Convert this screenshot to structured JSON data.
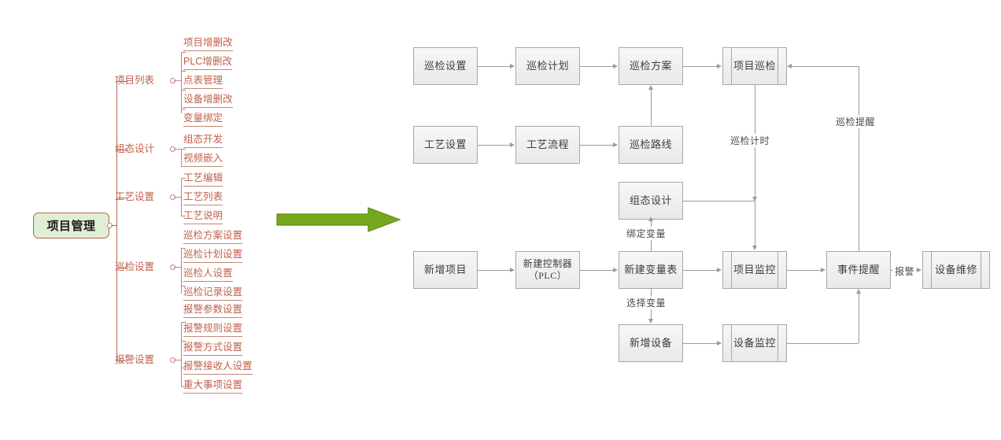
{
  "mindmap": {
    "root": {
      "label": "项目管理"
    },
    "branches": [
      {
        "label": "项目列表",
        "leaves": [
          "项目增删改",
          "PLC增删改",
          "点表管理",
          "设备增删改",
          "变量绑定"
        ]
      },
      {
        "label": "组态设计",
        "leaves": [
          "组态开发",
          "视频嵌入"
        ]
      },
      {
        "label": "工艺设置",
        "leaves": [
          "工艺编辑",
          "工艺列表",
          "工艺说明"
        ]
      },
      {
        "label": "巡检设置",
        "leaves": [
          "巡检方案设置",
          "巡检计划设置",
          "巡检人设置",
          "巡检记录设置"
        ]
      },
      {
        "label": "报警设置",
        "leaves": [
          "报警参数设置",
          "报警规则设置",
          "报警方式设置",
          "报警接收人设置",
          "重大事项设置"
        ]
      }
    ]
  },
  "transition": {
    "arrow": "green-right-arrow",
    "color": "#76a81e"
  },
  "flowchart": {
    "nodes": {
      "xunjian_shezhi": {
        "label": "巡检设置"
      },
      "xunjian_jihua": {
        "label": "巡检计划"
      },
      "xunjian_fangan": {
        "label": "巡检方案"
      },
      "xiangmu_xunjian": {
        "label": "项目巡检"
      },
      "gongyi_shezhi": {
        "label": "工艺设置"
      },
      "gongyi_liucheng": {
        "label": "工艺流程"
      },
      "xunjian_luxian": {
        "label": "巡检路线"
      },
      "zutai_sheji": {
        "label": "组态设计"
      },
      "xinzeng_xiangmu": {
        "label": "新增项目"
      },
      "xinjian_kongzhiqi": {
        "label": "新建控制器\n（PLC）"
      },
      "xinjian_bianliang": {
        "label": "新建变量表"
      },
      "xiangmu_jiankong": {
        "label": "项目监控"
      },
      "shijian_tixing": {
        "label": "事件提醒"
      },
      "shebei_weixiu": {
        "label": "设备维修"
      },
      "xinzeng_shebei": {
        "label": "新增设备"
      },
      "shebei_jiankong": {
        "label": "设备监控"
      }
    },
    "edge_labels": {
      "xunjian_jishi": "巡检计时",
      "xunjian_tixing": "巡检提醒",
      "bangding_bianliang": "绑定变量",
      "xuanze_bianliang": "选择变量",
      "baojing": "报警"
    }
  }
}
